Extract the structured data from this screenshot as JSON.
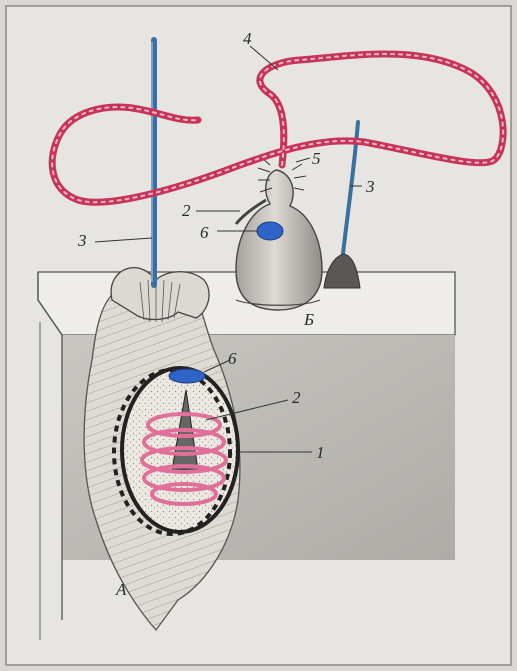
{
  "labels": {
    "l1": "1",
    "l2a": "2",
    "l2b": "2",
    "l3a": "3",
    "l3b": "3",
    "l4": "4",
    "l5": "5",
    "l6a": "6",
    "l6b": "6",
    "figA": "А",
    "figB": "Б"
  },
  "colors": {
    "paper": "#e6e5e1",
    "thread": "#c8335a",
    "needle": "#3b6fa0",
    "coil": "#e0709a",
    "blue_spot": "#2f63c8"
  }
}
